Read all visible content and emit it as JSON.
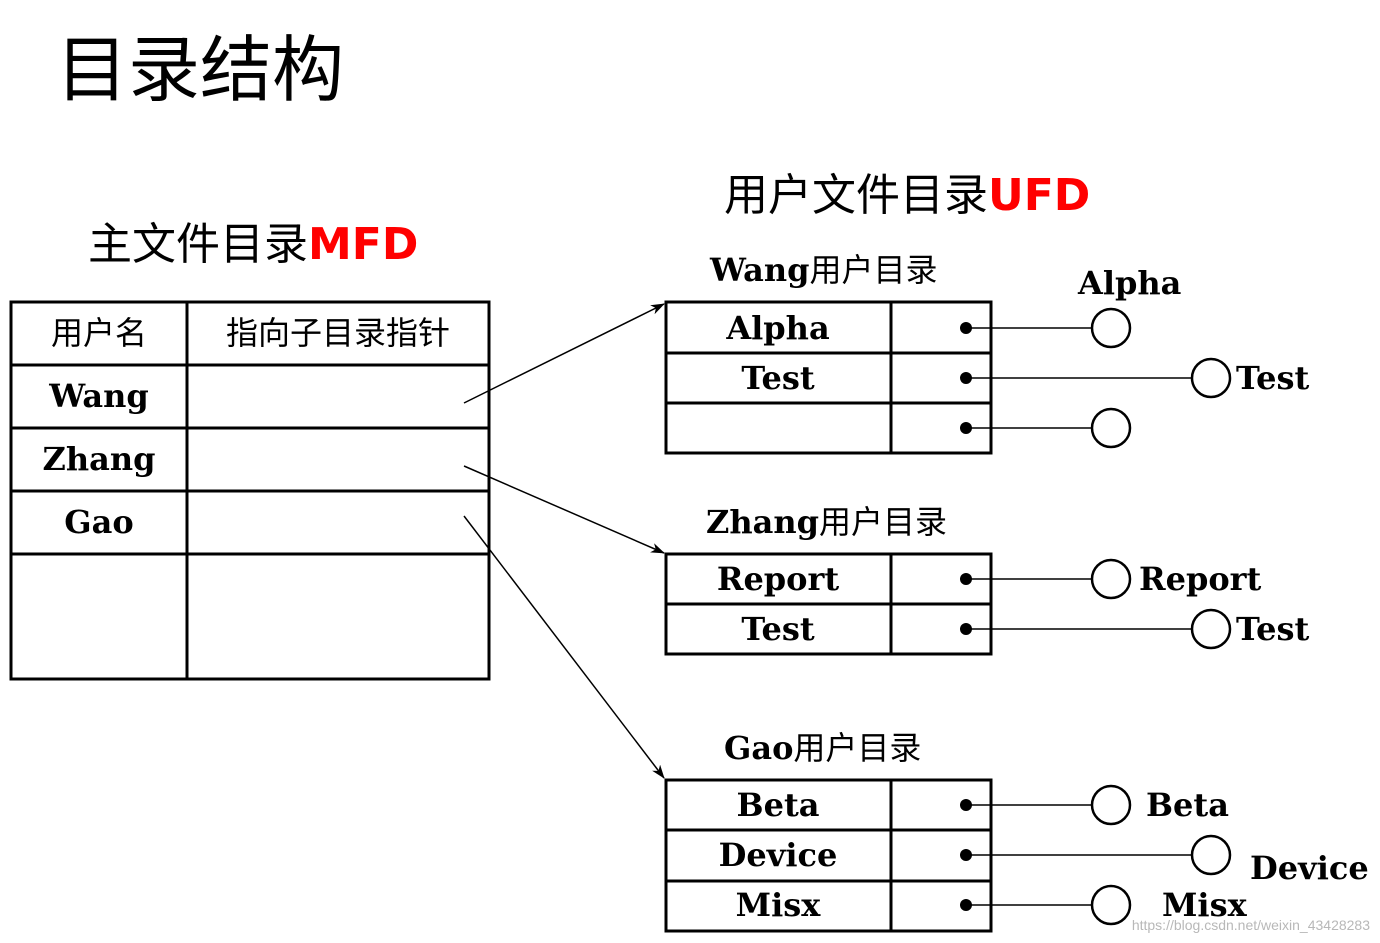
{
  "title": "目录结构",
  "mfd": {
    "label": "主文件目录",
    "label_highlight": "MFD",
    "headers": [
      "用户名",
      "指向子目录指针"
    ],
    "users": [
      "Wang",
      "Zhang",
      "Gao"
    ]
  },
  "ufd": {
    "label": "用户文件目录",
    "label_highlight": "UFD",
    "dirs": [
      {
        "user": "Wang",
        "suffix": "用户目录",
        "entries": [
          "Alpha",
          "Test",
          ""
        ],
        "files": [
          "Alpha",
          "Test",
          ""
        ]
      },
      {
        "user": "Zhang",
        "suffix": "用户目录",
        "entries": [
          "Report",
          "Test"
        ],
        "files": [
          "Report",
          "Test"
        ]
      },
      {
        "user": "Gao",
        "suffix": "用户目录",
        "entries": [
          "Beta",
          "Device",
          "Misx"
        ],
        "files": [
          "Beta",
          "Device",
          "Misx"
        ]
      }
    ]
  },
  "watermark": "https://blog.csdn.net/weixin_43428283",
  "colors": {
    "highlight": "#ff0000",
    "ink": "#000000",
    "watermark": "#b8b8b8"
  }
}
